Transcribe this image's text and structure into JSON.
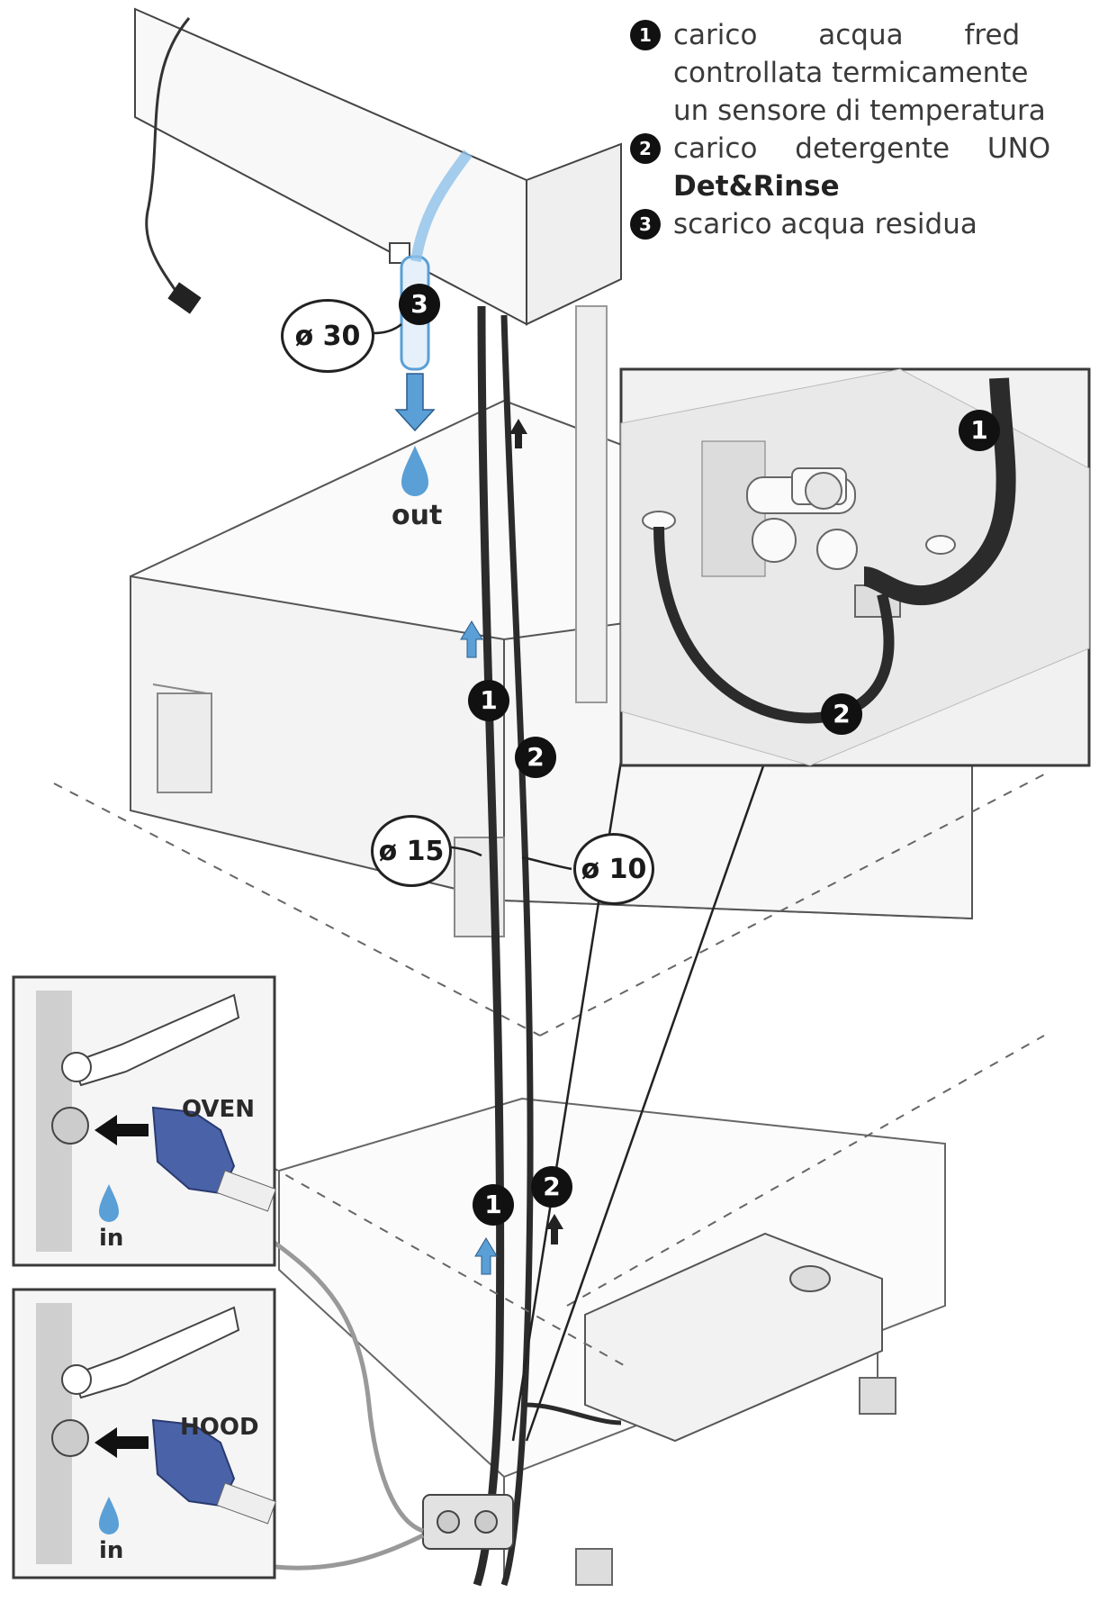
{
  "legend": {
    "items": [
      {
        "num": "1",
        "lines": [
          "carico acqua fred",
          "controllata termicamente",
          "un sensore di temperatura"
        ]
      },
      {
        "num": "2",
        "lines": [
          "carico detergente UNO",
          "Det&Rinse"
        ]
      },
      {
        "num": "3",
        "lines": [
          "scarico acqua residua"
        ]
      }
    ]
  },
  "callouts": {
    "drain": "ø 30",
    "water_hose": "ø 15",
    "detergent_hose": "ø 10"
  },
  "labels": {
    "out": "out",
    "oven": "OVEN",
    "hood": "HOOD",
    "in_oven": "in",
    "in_hood": "in"
  },
  "badges": {
    "drain": "3",
    "water_mid": "1",
    "detergent_mid": "2",
    "water_low": "1",
    "detergent_low": "2",
    "inset_water": "1",
    "inset_detergent": "2"
  },
  "colors": {
    "hose": "#2b2b2b",
    "water_blue": "#5a9fd6",
    "connector_blue": "#4a63a8",
    "outline": "#333333"
  }
}
